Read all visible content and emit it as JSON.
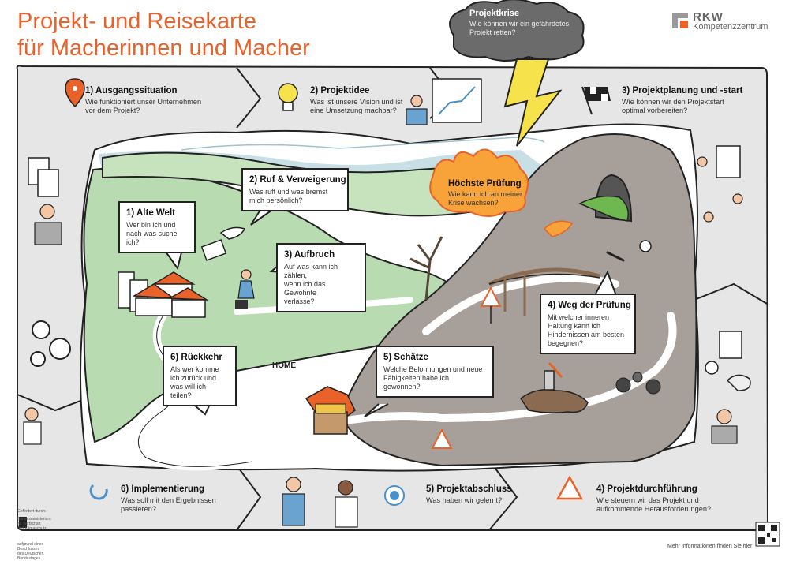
{
  "title": {
    "line1": "Projekt- und Reisekarte",
    "line2": "für Macherinnen und Macher"
  },
  "logo": {
    "brand": "RKW",
    "subtitle": "Kompetenzzentrum"
  },
  "colors": {
    "accent": "#e8622a",
    "frame": "#e6e6e6",
    "hill": "#a7a09a",
    "meadow": "#b8dbb2",
    "river": "#c7dfe5",
    "cloud": "#6b6b6b",
    "lightning": "#f6e24a",
    "fire": "#f7a339"
  },
  "outer_steps": [
    {
      "id": "ausgangssituation",
      "title": "1) Ausgangssituation",
      "desc": "Wie funktioniert unser Unternehmen\nvor dem Projekt?",
      "icon": "location-pin-icon"
    },
    {
      "id": "projektidee",
      "title": "2) Projektidee",
      "desc": "Was ist unsere Vision und ist\neine Umsetzung machbar?",
      "icon": "lightbulb-icon"
    },
    {
      "id": "projektplanung",
      "title": "3) Projektplanung und -start",
      "desc": "Wie können wir den Projektstart\noptimal vorbereiten?",
      "icon": "checkered-flag-icon"
    },
    {
      "id": "implementierung",
      "title": "6) Implementierung",
      "desc": "Was soll mit den Ergebnissen\npassieren?",
      "icon": "refresh-icon"
    },
    {
      "id": "projektabschluss",
      "title": "5) Projektabschluss",
      "desc": "Was haben wir gelernt?",
      "icon": "target-icon"
    },
    {
      "id": "projektdurchfuehrung",
      "title": "4) Projektdurchführung",
      "desc": "Wie steuern wir das Projekt und\naufkommende Herausforderungen?",
      "icon": "warning-icon"
    }
  ],
  "crisis": {
    "title": "Projektkrise",
    "desc": "Wie können wir ein gefährdetes\nProjekt retten?"
  },
  "highest_test": {
    "title": "Höchste Prüfung",
    "desc": "Wie kann ich an meiner\nKrise wachsen?"
  },
  "journey": [
    {
      "id": "alte-welt",
      "title": "1) Alte Welt",
      "desc": "Wer bin ich und\nnach was suche ich?"
    },
    {
      "id": "ruf",
      "title": "2) Ruf & Verweigerung",
      "desc": "Was ruft und was bremst\nmich persönlich?"
    },
    {
      "id": "aufbruch",
      "title": "3) Aufbruch",
      "desc": "Auf was kann ich zählen,\nwenn ich das Gewohnte\nverlasse?"
    },
    {
      "id": "weg",
      "title": "4) Weg der Prüfung",
      "desc": "Mit welcher inneren\nHaltung kann ich\nHindernissen am besten\nbegegnen?"
    },
    {
      "id": "schaetze",
      "title": "5) Schätze",
      "desc": "Welche Belohnungen und neue\nFähigkeiten habe ich gewonnen?"
    },
    {
      "id": "rueckkehr",
      "title": "6) Rückkehr",
      "desc": "Als wer komme\nich zurück und\nwas will ich teilen?"
    }
  ],
  "home_sign": "HOME",
  "funder": {
    "label": "Gefördert durch:",
    "ministry": "Bundesministerium\nfür Wirtschaft\nund Klimaschutz",
    "bundestag": "aufgrund eines Beschlusses\ndes Deutschen Bundestages"
  },
  "footer": "Mehr Informationen finden Sie hier"
}
